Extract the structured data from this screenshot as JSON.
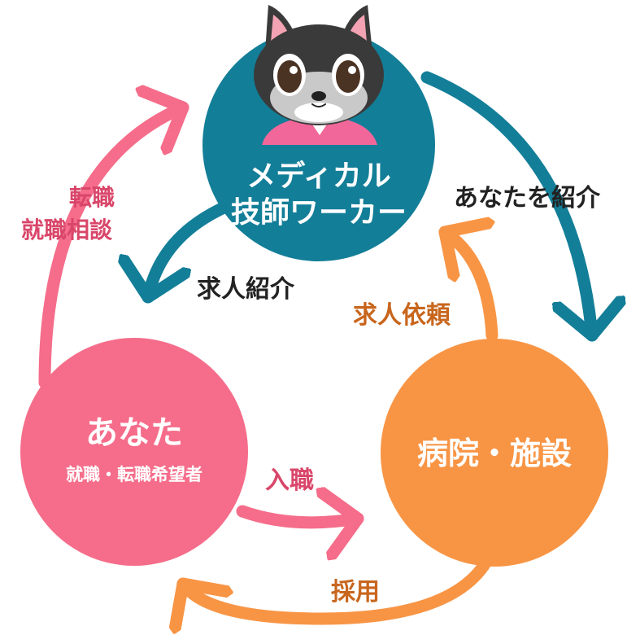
{
  "nodes": {
    "worker": {
      "line1": "メディカル",
      "line2": "技師ワーカー",
      "color": "#137e98"
    },
    "you": {
      "title": "あなた",
      "subtitle": "就職・転職希望者",
      "color": "#f56d8a"
    },
    "hospital": {
      "title": "病院・施設",
      "color": "#f89545"
    }
  },
  "edges": {
    "introduce_you": {
      "label": "あなたを紹介",
      "color": "#137e98"
    },
    "job_intro": {
      "label": "求人紹介",
      "color": "#137e98"
    },
    "consult": {
      "line1": "転職",
      "line2": "就職相談",
      "color": "#f56d8a"
    },
    "job_request": {
      "label": "求人依頼",
      "color": "#f89545"
    },
    "enter_job": {
      "label": "入職",
      "color": "#f56d8a"
    },
    "hire": {
      "label": "採用",
      "color": "#f89545"
    }
  },
  "colors": {
    "label_dark": "#222222",
    "label_pink": "#d9466a",
    "label_orange": "#c8661d",
    "mascot_fur": "#3a3a3a",
    "mascot_ear": "#f3a3b3",
    "mascot_shirt": "#f2679a"
  },
  "icons": {
    "mascot": "dog-mascot-icon"
  }
}
